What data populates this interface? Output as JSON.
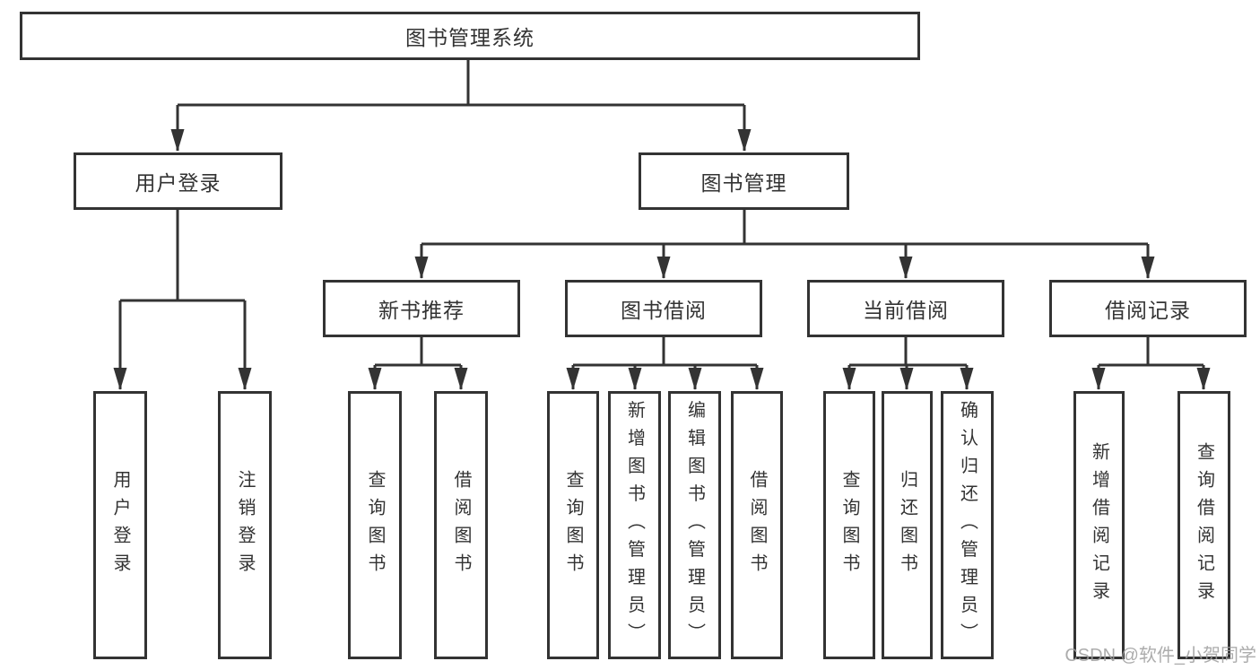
{
  "colors": {
    "line": "#333333",
    "text": "#333333",
    "box_background": "#ffffff",
    "watermark": "#9e9e9e"
  },
  "watermark": {
    "text": "CSDN @软件_小贺同学"
  },
  "tree": {
    "root": {
      "label": "图书管理系统",
      "children": [
        {
          "label": "用户登录",
          "children": [
            {
              "label": "用户登录"
            },
            {
              "label": "注销登录"
            }
          ]
        },
        {
          "label": "图书管理",
          "children": [
            {
              "label": "新书推荐",
              "children": [
                {
                  "label": "查询图书"
                },
                {
                  "label": "借阅图书"
                }
              ]
            },
            {
              "label": "图书借阅",
              "children": [
                {
                  "label": "查询图书"
                },
                {
                  "label": "新增图书（管理员）"
                },
                {
                  "label": "编辑图书（管理员）"
                },
                {
                  "label": "借阅图书"
                }
              ]
            },
            {
              "label": "当前借阅",
              "children": [
                {
                  "label": "查询图书"
                },
                {
                  "label": "归还图书"
                },
                {
                  "label": "确认归还（管理员）"
                }
              ]
            },
            {
              "label": "借阅记录",
              "children": [
                {
                  "label": "新增借阅记录"
                },
                {
                  "label": "查询借阅记录"
                }
              ]
            }
          ]
        }
      ]
    }
  }
}
